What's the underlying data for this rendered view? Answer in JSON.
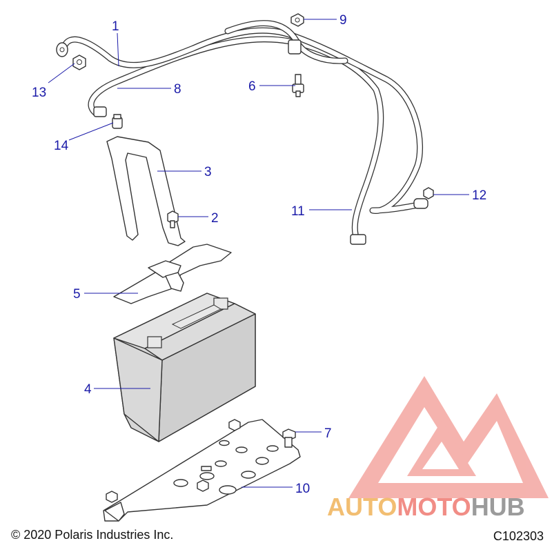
{
  "diagram": {
    "callouts": [
      {
        "id": "c1",
        "label": "1"
      },
      {
        "id": "c2",
        "label": "2"
      },
      {
        "id": "c3",
        "label": "3"
      },
      {
        "id": "c4",
        "label": "4"
      },
      {
        "id": "c5",
        "label": "5"
      },
      {
        "id": "c6",
        "label": "6"
      },
      {
        "id": "c7",
        "label": "7"
      },
      {
        "id": "c8",
        "label": "8"
      },
      {
        "id": "c9",
        "label": "9"
      },
      {
        "id": "c10",
        "label": "10"
      },
      {
        "id": "c11",
        "label": "11"
      },
      {
        "id": "c12",
        "label": "12"
      },
      {
        "id": "c13",
        "label": "13"
      },
      {
        "id": "c14",
        "label": "14"
      }
    ]
  },
  "footer": {
    "copyright": "© 2020 Polaris Industries Inc.",
    "code": "C102303"
  },
  "watermark": {
    "part1": "AUTO",
    "part2": "MOTO",
    "part3": "HUB",
    "color_triangle": "#ef8a84",
    "color_auto": "#f0b35a",
    "color_moto": "#ef7a72",
    "color_hub": "#8a8a8a"
  },
  "accent_color": "#1a1aa8"
}
